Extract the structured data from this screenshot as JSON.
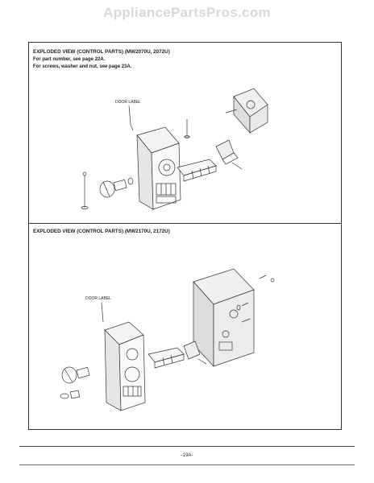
{
  "watermark": "AppliancePartsPros.com",
  "section_top": {
    "title": "EXPLODED VIEW (CONTROL PARTS) (MW2070U, 2072U)",
    "note_1": "For part number, see page 22A.",
    "note_2": "For screws, washer and nut, see page 23A.",
    "door_label": "DOOR LABEL"
  },
  "section_bottom": {
    "title": "EXPLODED VIEW (CONTROL PARTS) (MW2170U, 2172U)",
    "door_label": "DOOR LABEL"
  },
  "page_number": "-19A-"
}
